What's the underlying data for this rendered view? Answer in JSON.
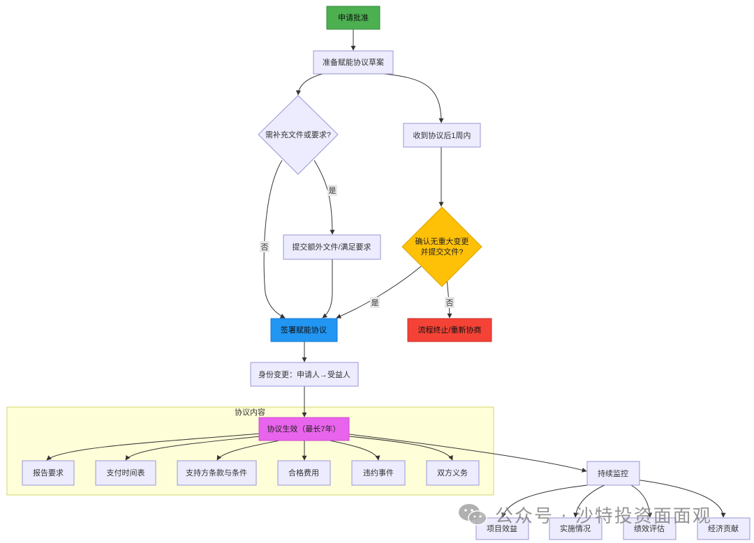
{
  "colors": {
    "node_fill": "#ececfe",
    "node_stroke": "#9a95d6",
    "start_fill": "#4caf50",
    "sign_fill": "#2196f3",
    "confirm_fill": "#ffc107",
    "end_fill": "#f44336",
    "effect_fill": "#e964ec",
    "cluster_fill": "#fefed8",
    "cluster_stroke": "#d6d66a",
    "edge": "#333333"
  },
  "nodes": {
    "apply": "申请批准",
    "draft": "准备赋能协议草案",
    "need": "需补充文件或要求?",
    "within": "收到协议后1周内",
    "submit": "提交额外文件/满足要求",
    "confirm_line1": "确认无重大变更",
    "confirm_line2": "并提交文件?",
    "sign": "签署赋能协议",
    "terminate": "流程终止/重新协商",
    "identity": "身份变更：申请人→受益人",
    "effect": "协议生效（最长7年）",
    "report": "报告要求",
    "payment": "支付时间表",
    "support": "支持方条款与条件",
    "fees": "合格费用",
    "breach": "违约事件",
    "duties": "双方义务",
    "monitor": "持续监控",
    "benefit": "项目效益",
    "implement": "实施情况",
    "evaluate": "绩效评估",
    "economy": "经济贡献"
  },
  "edge_labels": {
    "yes": "是",
    "no": "否"
  },
  "cluster": {
    "label": "协议内容"
  },
  "watermark": {
    "text": "公众号 · 沙特投资面面观",
    "icon": "wechat-icon"
  }
}
